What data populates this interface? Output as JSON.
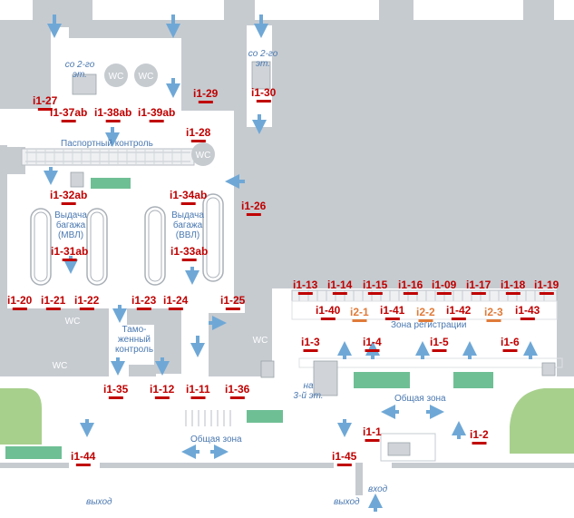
{
  "colors": {
    "wall": "#c6cbd0",
    "floor": "#ffffff",
    "arrow": "#6fa8d6",
    "label": "#c00000",
    "info": "#e07b39",
    "green_zone": "#6fbf95",
    "lawn": "#a8d08d",
    "text": "#4a78b0"
  },
  "labels": {
    "passport_control": "Паспортный контроль",
    "customs": "Тамо-\nженный\nконтроль",
    "baggage_intl": "Выдача\nбагажа\n(МВЛ)",
    "baggage_dom": "Выдача\nбагажа\n(ВВЛ)",
    "checkin_zone": "Зона регистрации",
    "public_zone_right": "Общая зона",
    "public_zone_bottom": "Общая зона",
    "from_2nd_floor_a": "со 2-го\nэт.",
    "from_2nd_floor_b": "со 2-го\nэт.",
    "to_3rd_floor": "на\n3-й эт.",
    "exit_left": "выход",
    "exit_mid": "выход",
    "entrance": "вход",
    "wc": "WC"
  },
  "points": [
    {
      "id": "i1-27"
    },
    {
      "id": "i1-37ab"
    },
    {
      "id": "i1-38ab"
    },
    {
      "id": "i1-39ab"
    },
    {
      "id": "i1-29"
    },
    {
      "id": "i1-30"
    },
    {
      "id": "i1-28"
    },
    {
      "id": "i1-32ab"
    },
    {
      "id": "i1-34ab"
    },
    {
      "id": "i1-26"
    },
    {
      "id": "i1-31ab"
    },
    {
      "id": "i1-33ab"
    },
    {
      "id": "i1-20"
    },
    {
      "id": "i1-21"
    },
    {
      "id": "i1-22"
    },
    {
      "id": "i1-23"
    },
    {
      "id": "i1-24"
    },
    {
      "id": "i1-25"
    },
    {
      "id": "i1-13"
    },
    {
      "id": "i1-14"
    },
    {
      "id": "i1-15"
    },
    {
      "id": "i1-16"
    },
    {
      "id": "i1-09"
    },
    {
      "id": "i1-17"
    },
    {
      "id": "i1-18"
    },
    {
      "id": "i1-19"
    },
    {
      "id": "i1-40"
    },
    {
      "id": "i1-41"
    },
    {
      "id": "i1-42"
    },
    {
      "id": "i1-43"
    },
    {
      "id": "i1-3"
    },
    {
      "id": "i1-4"
    },
    {
      "id": "i1-5"
    },
    {
      "id": "i1-6"
    },
    {
      "id": "i1-35"
    },
    {
      "id": "i1-12"
    },
    {
      "id": "i1-11"
    },
    {
      "id": "i1-36"
    },
    {
      "id": "i1-1"
    },
    {
      "id": "i1-2"
    },
    {
      "id": "i1-44"
    },
    {
      "id": "i1-45"
    }
  ],
  "info_points": [
    {
      "id": "i2-1"
    },
    {
      "id": "i2-2"
    },
    {
      "id": "i2-3"
    }
  ]
}
